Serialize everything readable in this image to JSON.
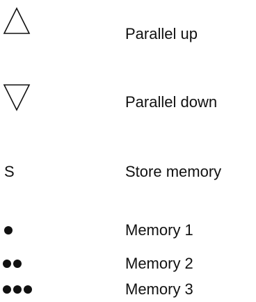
{
  "legend": {
    "rows": [
      {
        "icon": "triangle-up-icon",
        "label": "Parallel up"
      },
      {
        "icon": "triangle-down-icon",
        "label": "Parallel down"
      },
      {
        "symbol": "S",
        "label": "Store memory"
      },
      {
        "icon": "one-dot-icon",
        "label": "Memory 1"
      },
      {
        "icon": "two-dots-icon",
        "label": "Memory 2"
      },
      {
        "icon": "three-dots-icon",
        "label": "Memory 3"
      }
    ]
  }
}
